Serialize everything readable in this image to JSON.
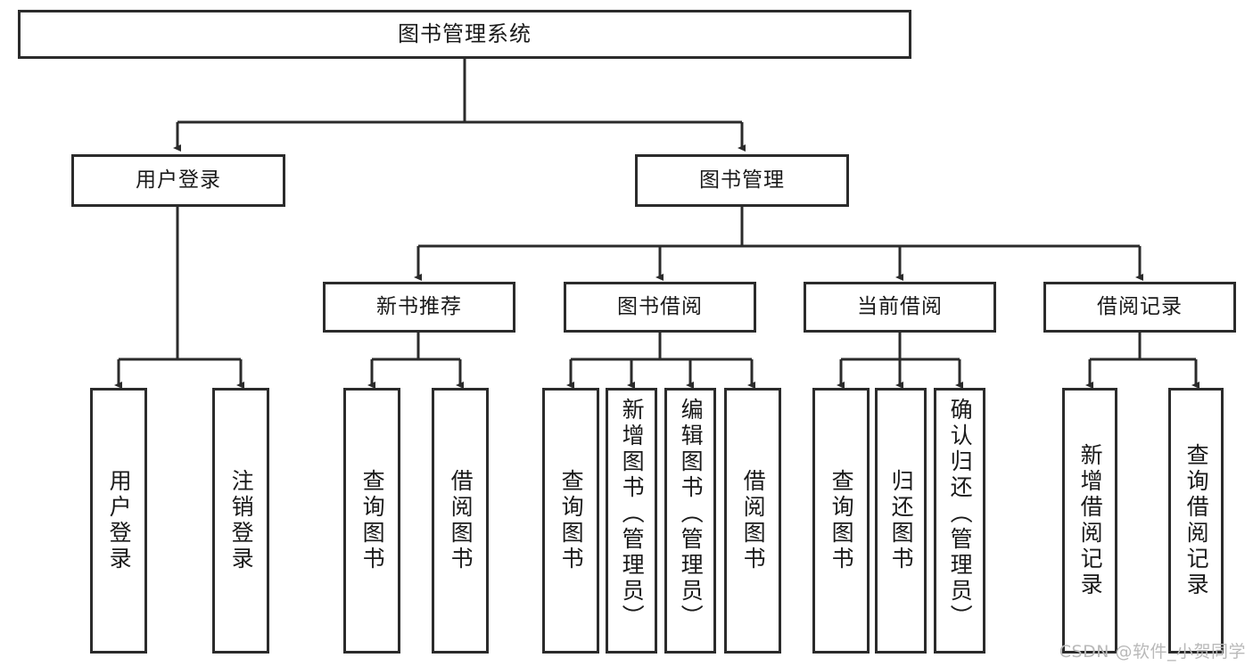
{
  "diagram": {
    "title": "图书管理系统",
    "type": "tree-hierarchy-chart",
    "watermark": "CSDN @软件_小贺同学"
  },
  "root": {
    "id": "root",
    "label": "图书管理系统"
  },
  "level2": [
    {
      "id": "user-login",
      "label": "用户登录"
    },
    {
      "id": "book-manage",
      "label": "图书管理"
    }
  ],
  "level3": [
    {
      "id": "new-book-recommend",
      "label": "新书推荐",
      "parent": "book-manage"
    },
    {
      "id": "book-borrow",
      "label": "图书借阅",
      "parent": "book-manage"
    },
    {
      "id": "current-borrow",
      "label": "当前借阅",
      "parent": "book-manage"
    },
    {
      "id": "borrow-record",
      "label": "借阅记录",
      "parent": "book-manage"
    }
  ],
  "leaves": [
    {
      "id": "leaf-user-login",
      "label": "用户登录",
      "parent": "user-login"
    },
    {
      "id": "leaf-user-logout",
      "label": "注销登录",
      "parent": "user-login"
    },
    {
      "id": "leaf-query-book-1",
      "label": "查询图书",
      "parent": "new-book-recommend"
    },
    {
      "id": "leaf-borrow-book-1",
      "label": "借阅图书",
      "parent": "new-book-recommend"
    },
    {
      "id": "leaf-query-book-2",
      "label": "查询图书",
      "parent": "book-borrow"
    },
    {
      "id": "leaf-add-book",
      "label": "新增图书（管理员）",
      "parent": "book-borrow"
    },
    {
      "id": "leaf-edit-book",
      "label": "编辑图书（管理员）",
      "parent": "book-borrow"
    },
    {
      "id": "leaf-borrow-book-2",
      "label": "借阅图书",
      "parent": "book-borrow"
    },
    {
      "id": "leaf-query-book-3",
      "label": "查询图书",
      "parent": "current-borrow"
    },
    {
      "id": "leaf-return-book",
      "label": "归还图书",
      "parent": "current-borrow"
    },
    {
      "id": "leaf-confirm-return",
      "label": "确认归还（管理员）",
      "parent": "current-borrow"
    },
    {
      "id": "leaf-add-record",
      "label": "新增借阅记录",
      "parent": "borrow-record"
    },
    {
      "id": "leaf-query-record",
      "label": "查询借阅记录",
      "parent": "borrow-record"
    }
  ],
  "colors": {
    "stroke": "#2b2b2b",
    "fill": "#ffffff",
    "text": "#1a1a1a",
    "watermark": "#b9b9b9"
  }
}
